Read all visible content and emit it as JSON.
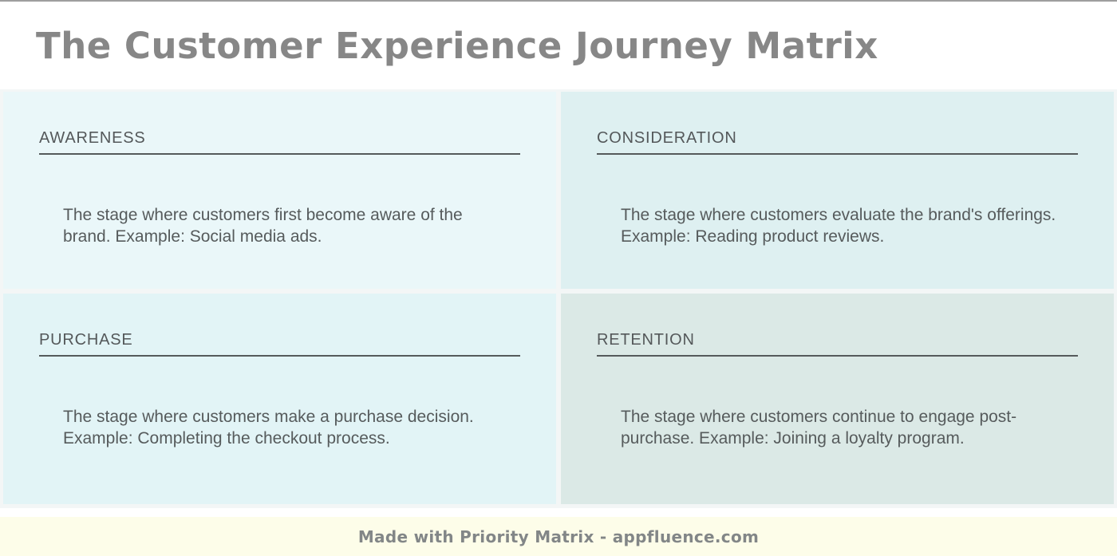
{
  "title": "The Customer Experience Journey Matrix",
  "quadrants": [
    {
      "id": "awareness",
      "label": "AWARENESS",
      "description": "The stage where customers first become aware of the brand. Example: Social media ads.",
      "bg": "#eaf7f9"
    },
    {
      "id": "consideration",
      "label": "CONSIDERATION",
      "description": "The stage where customers evaluate the brand's offerings. Example: Reading product reviews.",
      "bg": "#def0f1"
    },
    {
      "id": "purchase",
      "label": "PURCHASE",
      "description": "The stage where customers make a purchase decision. Example: Completing the checkout process.",
      "bg": "#e2f4f6"
    },
    {
      "id": "retention",
      "label": "RETENTION",
      "description": "The stage where customers continue to engage post-purchase. Example: Joining a loyalty program.",
      "bg": "#dbe9e6"
    }
  ],
  "footer": {
    "text": "Made with Priority Matrix - appfluence.com",
    "bg": "#fdfde9"
  },
  "colors": {
    "title_text": "#878787",
    "header_text": "#54585a",
    "body_text": "#565b5c",
    "divider": "#555a5b",
    "grid_gap": "#f3f6f6",
    "top_border": "#9e9e9e",
    "footer_text": "#828687"
  }
}
